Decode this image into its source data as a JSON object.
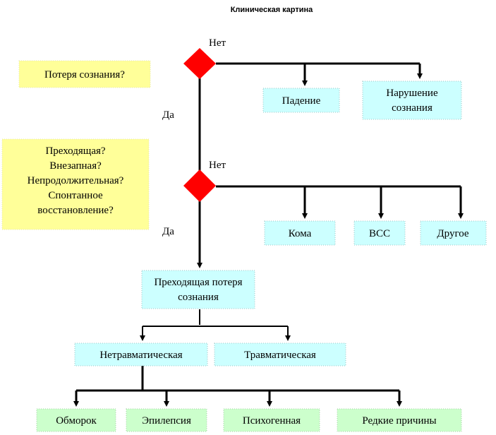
{
  "colors": {
    "question_fill": "#ffff99",
    "result_fill": "#ccffff",
    "leaf_fill": "#ccffcc",
    "decision_fill": "#ff0000",
    "line": "#000000"
  },
  "title": "Клиническая картина",
  "questions": {
    "consciousness_loss": "Потеря сознания?",
    "characteristics": [
      "Преходящая?",
      "Внезапная?",
      "Непродолжительная?",
      "Спонтанное",
      "восстановление?"
    ]
  },
  "branch_labels": {
    "no_1": "Нет",
    "yes_1": "Да",
    "no_2": "Нет",
    "yes_2": "Да"
  },
  "results": {
    "fall": "Падение",
    "impaired_consciousness": [
      "Нарушение",
      "сознания"
    ],
    "coma": "Кома",
    "scd": "ВСС",
    "other": "Другое",
    "transient_loc": [
      "Преходящая потеря",
      "сознания"
    ],
    "non_traumatic": "Нетравматическая",
    "traumatic": "Травматическая"
  },
  "leaves": {
    "syncope": "Обморок",
    "epilepsy": "Эпилепсия",
    "psychogenic": "Психогенная",
    "rare_causes": "Редкие причины"
  }
}
